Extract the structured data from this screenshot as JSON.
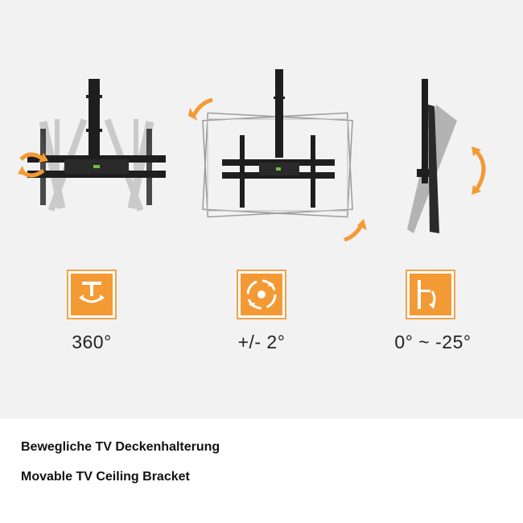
{
  "features": [
    {
      "label": "360°",
      "icon": "swivel-icon"
    },
    {
      "label": "+/- 2°",
      "icon": "level-adjust-icon"
    },
    {
      "label": "0° ~ -25°",
      "icon": "tilt-icon"
    }
  ],
  "captions": {
    "german": "Bewegliche TV Deckenhalterung",
    "english": "Movable TV Ceiling Bracket"
  },
  "colors": {
    "accent": "#f39a35",
    "mount": "#1e1e1e",
    "panel_background": "#f2f2f2"
  }
}
